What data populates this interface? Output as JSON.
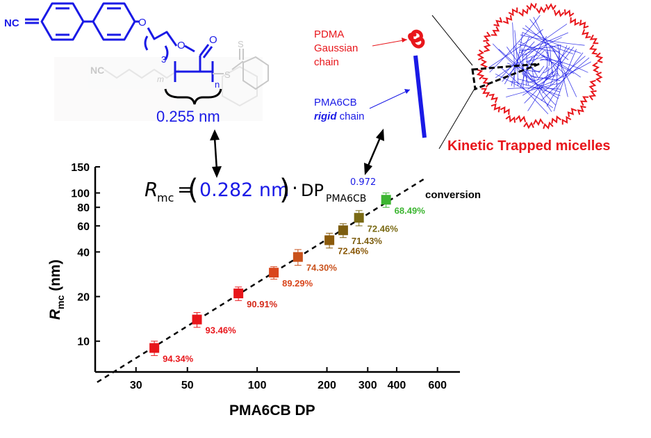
{
  "chemistry": {
    "nc_label": "NC",
    "o_label": "O",
    "subscript_3": "3",
    "subscript_n": "n",
    "s_label": "S",
    "spacing_label": "0.255 nm",
    "ghost_nc": "NC",
    "ghost_m": "m"
  },
  "legend_schematic": {
    "pdma_lines": [
      "PDMA",
      "Gaussian",
      "chain"
    ],
    "pma6cb_line1": "PMA6CB",
    "rigid_word": "rigid",
    "chain_word": " chain",
    "micelle_caption": "Kinetic Trapped micelles"
  },
  "equation": {
    "r": "R",
    "r_sub": "mc",
    "equals": "=",
    "coefficient": "0.282 nm",
    "dot": "·",
    "dp": "DP",
    "dp_sub": "PMA6CB",
    "exponent": "0.972"
  },
  "colors": {
    "blue": "#1a1ae6",
    "red": "#e8161b",
    "orange_red": "#d9461c",
    "brown": "#8b5a0a",
    "olive": "#7a6a14",
    "green": "#3cb531",
    "dark_olive": "#8c7a14"
  },
  "chart_data": {
    "type": "scatter",
    "xlabel": "PMA6CB DP",
    "ylabel": "R",
    "ylabel_sub": "mc",
    "ylabel_unit": " (nm)",
    "x_scale": "log",
    "y_scale": "log",
    "xlim": [
      20,
      750
    ],
    "ylim": [
      6.2,
      150
    ],
    "x_ticks": [
      30,
      50,
      100,
      200,
      300,
      400,
      600
    ],
    "y_ticks": [
      10,
      20,
      40,
      60,
      80,
      100,
      150
    ],
    "fit_line": {
      "style": "dashed",
      "exponent": 0.972,
      "coefficient": 0.282
    },
    "series_label": "conversion",
    "points": [
      {
        "x": 36,
        "y": 9.0,
        "err": 1.0,
        "label": "94.34%",
        "color": "#e8161b",
        "label_color": "#e8161b"
      },
      {
        "x": 55,
        "y": 14.0,
        "err": 1.6,
        "label": "93.46%",
        "color": "#e8161b",
        "label_color": "#e8161b"
      },
      {
        "x": 83,
        "y": 21.0,
        "err": 2.2,
        "label": "90.91%",
        "color": "#e8161b",
        "label_color": "#d52a1a"
      },
      {
        "x": 118,
        "y": 29.0,
        "err": 2.8,
        "label": "89.29%",
        "color": "#d9461c",
        "label_color": "#d9461c"
      },
      {
        "x": 150,
        "y": 37.0,
        "err": 4.5,
        "label": "74.30%",
        "color": "#c9521c",
        "label_color": "#c9521c"
      },
      {
        "x": 205,
        "y": 48.0,
        "err": 5.5,
        "label": "72.46%",
        "color": "#8b5a0a",
        "label_color": "#8b5a0a"
      },
      {
        "x": 235,
        "y": 56.0,
        "err": 6.0,
        "label": "71.43%",
        "color": "#7d5e10",
        "label_color": "#7d5e10"
      },
      {
        "x": 275,
        "y": 68.0,
        "err": 8.0,
        "label": "72.46%",
        "color": "#7a6a14",
        "label_color": "#7a6a14"
      },
      {
        "x": 360,
        "y": 90.0,
        "err": 10.0,
        "label": "68.49%",
        "color": "#3cb531",
        "label_color": "#3cb531"
      }
    ]
  }
}
